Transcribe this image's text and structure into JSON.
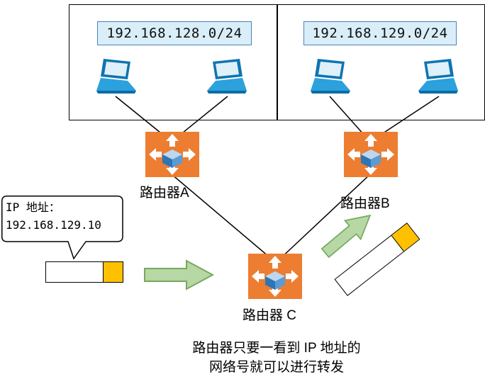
{
  "subnets": {
    "left": {
      "cidr": "192.168.128.0/24"
    },
    "right": {
      "cidr": "192.168.129.0/24"
    }
  },
  "routers": {
    "a": {
      "label": "路由器A"
    },
    "b": {
      "label": "路由器B"
    },
    "c": {
      "label": "路由器 C"
    }
  },
  "callout": {
    "line1": "IP 地址：",
    "line2": "192.168.129.10"
  },
  "caption": {
    "line1": "路由器只要一看到 IP 地址的",
    "line2": "网络号就可以进行转发"
  },
  "colors": {
    "router_orange": "#ed7d31",
    "packet_orange": "#ffc000",
    "arrow_green_fill": "#b7d7a5",
    "arrow_green_border": "#76a95c",
    "cidr_box_fill": "#d9eef8",
    "cidr_box_border": "#4f81bd",
    "laptop_blue": "#1f97d4"
  }
}
